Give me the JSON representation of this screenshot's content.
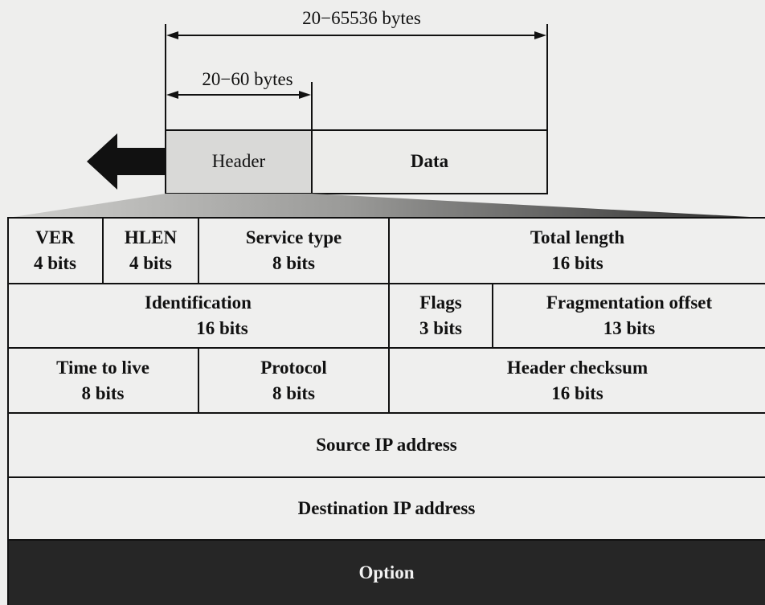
{
  "datagram": {
    "total_size": "20−65536 bytes",
    "header_size": "20−60 bytes",
    "header_label": "Header",
    "data_label": "Data"
  },
  "header_fields": {
    "ver": {
      "name": "VER",
      "size": "4 bits"
    },
    "hlen": {
      "name": "HLEN",
      "size": "4 bits"
    },
    "service_type": {
      "name": "Service type",
      "size": "8 bits"
    },
    "total_length": {
      "name": "Total length",
      "size": "16 bits"
    },
    "identification": {
      "name": "Identification",
      "size": "16 bits"
    },
    "flags": {
      "name": "Flags",
      "size": "3 bits"
    },
    "fragmentation_offset": {
      "name": "Fragmentation offset",
      "size": "13 bits"
    },
    "time_to_live": {
      "name": "Time to live",
      "size": "8 bits"
    },
    "protocol": {
      "name": "Protocol",
      "size": "8 bits"
    },
    "header_checksum": {
      "name": "Header checksum",
      "size": "16 bits"
    },
    "source_ip": {
      "name": "Source IP address"
    },
    "destination_ip": {
      "name": "Destination IP address"
    },
    "option": {
      "name": "Option"
    }
  },
  "colors": {
    "background": "#eeeeed",
    "header_fill": "#d9d9d7",
    "option_fill": "#262626",
    "option_text": "#f2f2f2",
    "line": "#111111"
  }
}
